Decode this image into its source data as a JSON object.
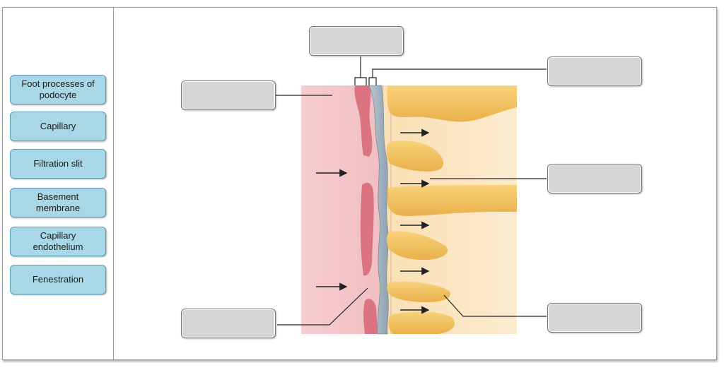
{
  "label_bank": {
    "items": [
      "Foot processes of podocyte",
      "Capillary",
      "Filtration slit",
      "Basement membrane",
      "Capillary endothelium",
      "Fenestration"
    ]
  },
  "drop_targets": {
    "count": 6,
    "values": [
      "",
      "",
      "",
      "",
      "",
      ""
    ]
  },
  "colors": {
    "chip_fill": "#a8d8e8",
    "drop_fill": "#d6d6d6",
    "capillary_pink": "#f2c4c6",
    "endothelium_red": "#d9707c",
    "basement_membrane_gray": "#9fb0bd",
    "podocyte_yellow": "#f5c25a",
    "urine_space": "#fbe2b0"
  }
}
